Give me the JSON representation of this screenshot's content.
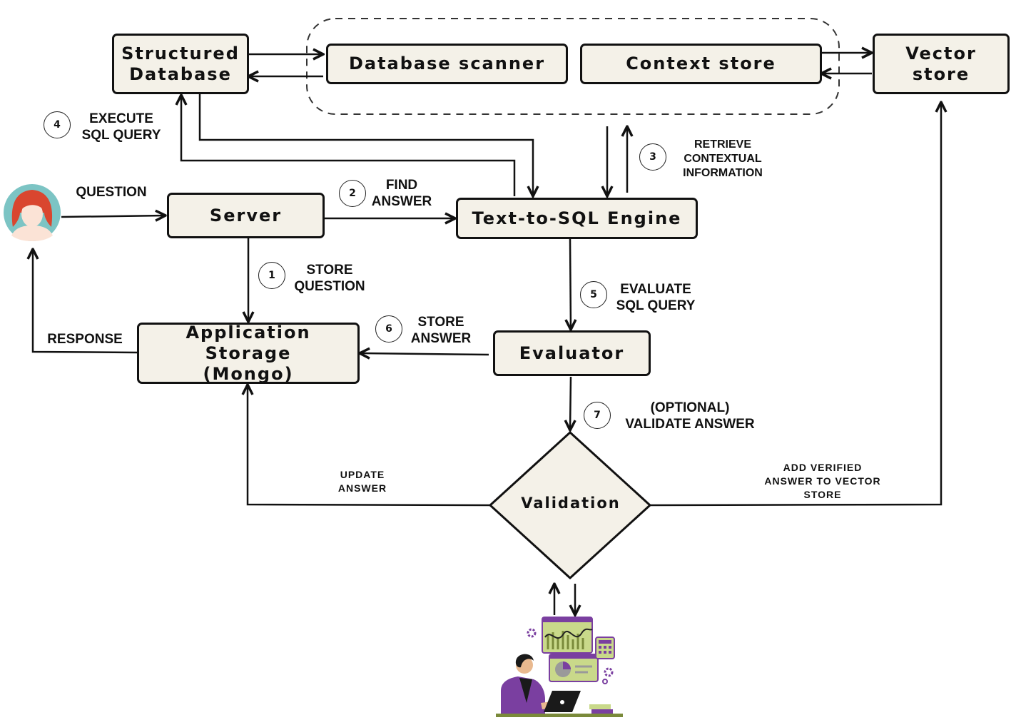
{
  "nodes": {
    "structured_db": "Structured\nDatabase",
    "db_scanner": "Database scanner",
    "context_store": "Context store",
    "vector_store": "Vector\nstore",
    "server": "Server",
    "engine": "Text-to-SQL Engine",
    "app_storage": "Application Storage\n(Mongo)",
    "evaluator": "Evaluator",
    "validation": "Validation"
  },
  "steps": {
    "s1": "1",
    "s2": "2",
    "s3": "3",
    "s4": "4",
    "s5": "5",
    "s6": "6",
    "s7": "7"
  },
  "labels": {
    "question": "QUESTION",
    "response": "RESPONSE",
    "find_answer": "FIND\nANSWER",
    "store_question": "STORE\nQUESTION",
    "store_answer": "STORE\nANSWER",
    "execute_sql": "EXECUTE\nSQL QUERY",
    "retrieve_context": "RETRIEVE\nCONTEXTUAL\nINFORMATION",
    "evaluate_sql": "EVALUATE\nSQL QUERY",
    "validate_answer": "(OPTIONAL)\nVALIDATE ANSWER",
    "update_answer": "UPDATE\nANSWER",
    "add_verified": "ADD VERIFIED\nANSWER TO VECTOR\nSTORE"
  },
  "colors": {
    "node_fill": "#f4f1e8",
    "stroke": "#111111",
    "avatar_bg": "#7cc4c4",
    "avatar_hair": "#d9462f",
    "illustration_purple": "#7a3fa0",
    "illustration_green": "#c9d98a"
  },
  "icons": {
    "user": "user-avatar-icon",
    "reviewer": "analyst-illustration-icon"
  }
}
